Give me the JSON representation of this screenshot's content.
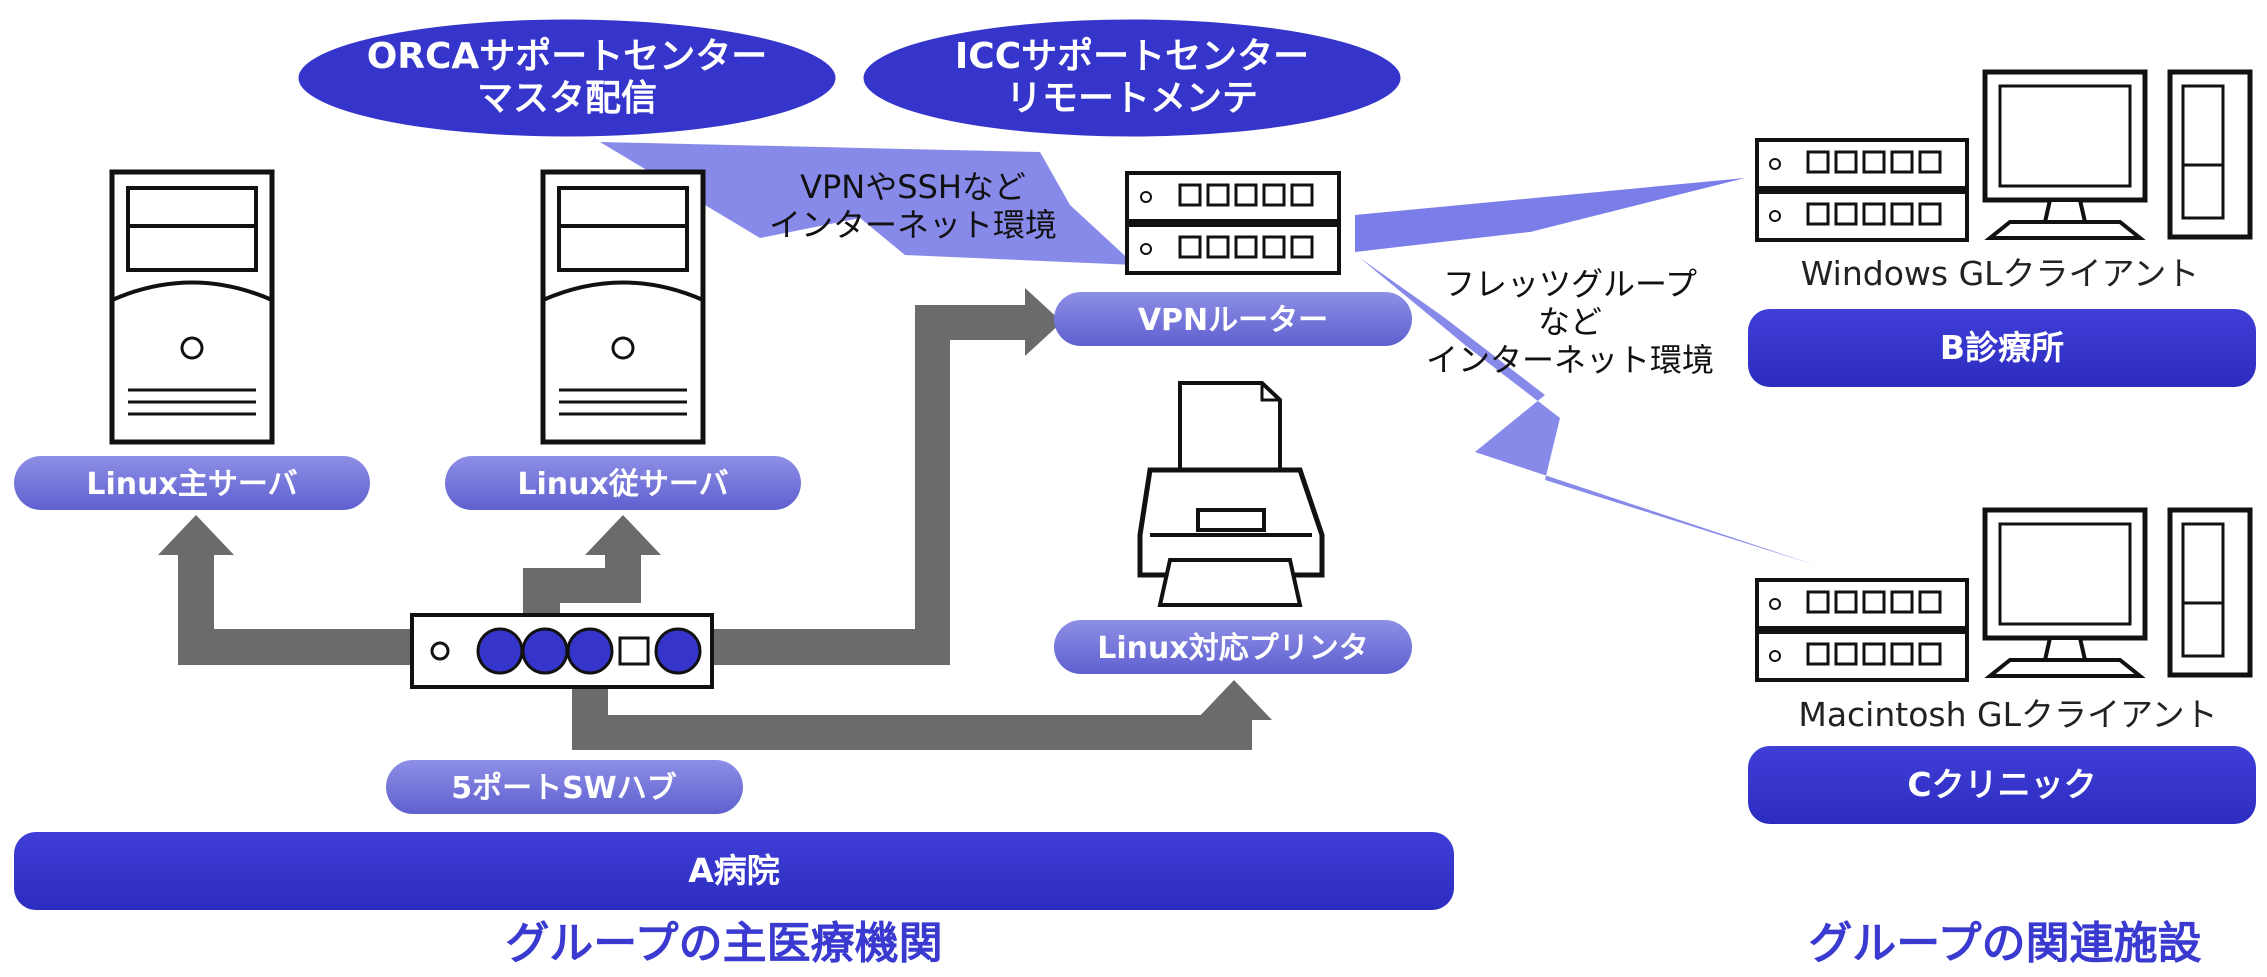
{
  "clouds": {
    "orca_line1": "ORCAサポートセンター",
    "orca_line2": "マスタ配信",
    "icc_line1": "ICCサポートセンター",
    "icc_line2": "リモートメンテ"
  },
  "networks": {
    "vpn_line1": "VPNやSSHなど",
    "vpn_line2": "インターネット環境",
    "flets_line1": "フレッツグループ",
    "flets_line2": "など",
    "flets_line3": "インターネット環境"
  },
  "labels": {
    "linux_main_server": "Linux主サーバ",
    "linux_sub_server": "Linux従サーバ",
    "vpn_router": "VPNルーター",
    "linux_printer": "Linux対応プリンタ",
    "switch_hub": "5ポートSWハブ",
    "windows_client": "Windows GLクライアント",
    "mac_client": "Macintosh GLクライアント"
  },
  "sites": {
    "hospital_a": "A病院",
    "clinic_b": "B診療所",
    "clinic_c": "Cクリニック"
  },
  "footer": {
    "main_group": "グループの主医療機関",
    "related_group": "グループの関連施設"
  },
  "colors": {
    "accent": "#3a3ad0",
    "pill": "#6f70d8",
    "connector": "#6b6b6b",
    "lightning": "#7b7de8"
  }
}
